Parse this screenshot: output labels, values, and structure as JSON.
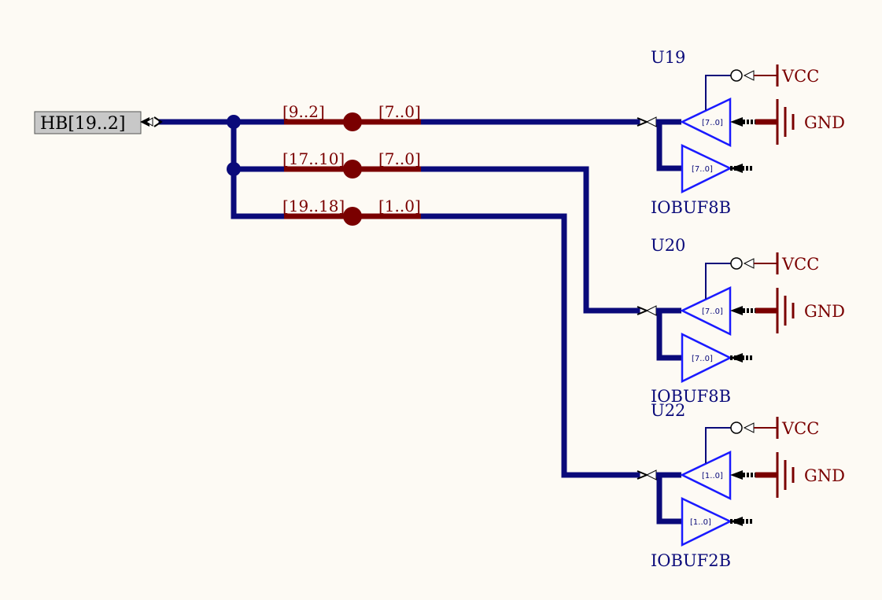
{
  "port": {
    "label": "HB[19..2]"
  },
  "colors": {
    "background": "#fdfaf4",
    "net": "#0a0a7a",
    "bus_entry": "#7a0000",
    "component": "#1a1aff",
    "port_fill": "#c8c8c8"
  },
  "taps": [
    {
      "source": "[9..2]",
      "dest": "[7..0]"
    },
    {
      "source": "[17..10]",
      "dest": "[7..0]"
    },
    {
      "source": "[19..18]",
      "dest": "[1..0]"
    }
  ],
  "components": [
    {
      "designator": "U19",
      "type": "IOBUF8B",
      "pin_label": "[7..0]",
      "vcc": "VCC",
      "gnd": "GND"
    },
    {
      "designator": "U20",
      "type": "IOBUF8B",
      "pin_label": "[7..0]",
      "vcc": "VCC",
      "gnd": "GND"
    },
    {
      "designator": "U22",
      "type": "IOBUF2B",
      "pin_label": "[1..0]",
      "vcc": "VCC",
      "gnd": "GND"
    }
  ]
}
